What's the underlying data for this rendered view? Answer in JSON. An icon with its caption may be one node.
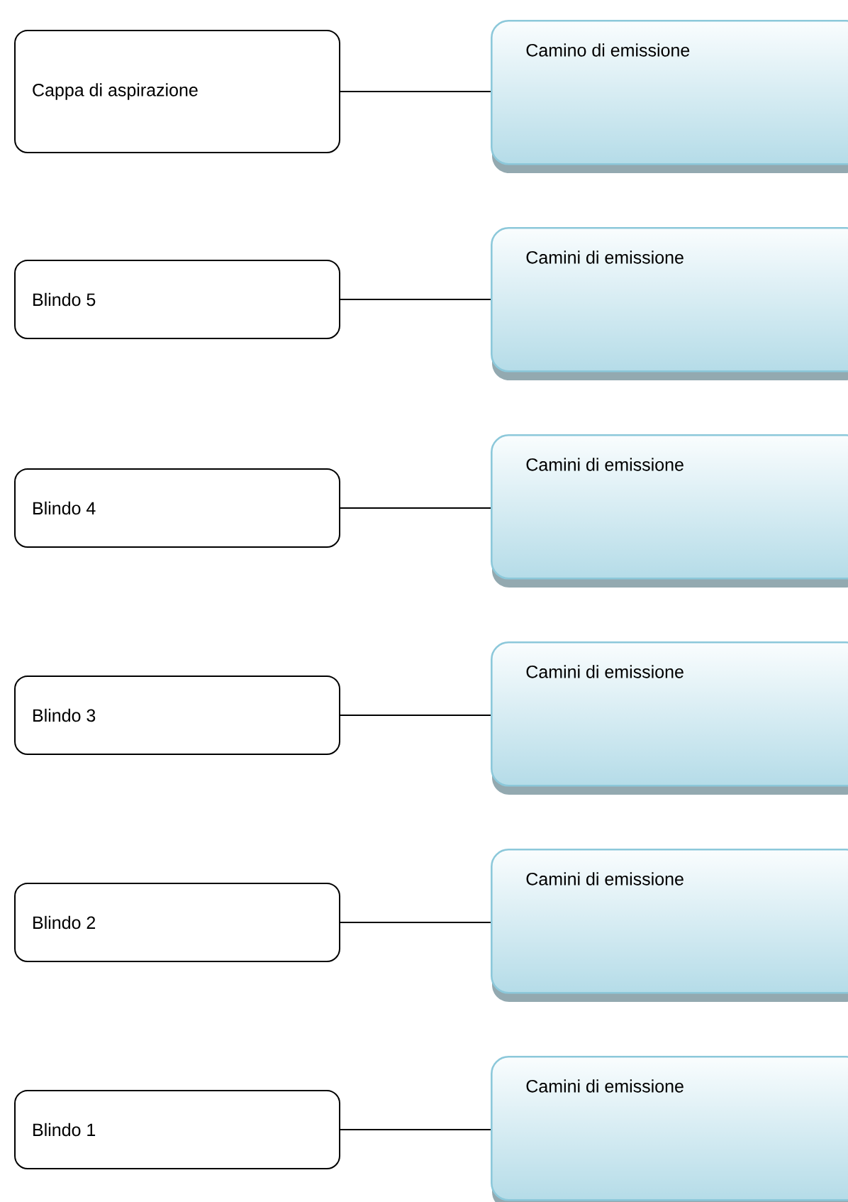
{
  "diagram": {
    "nodes": [
      {
        "text": [
          "Cappa di aspirazione"
        ]
      },
      {
        "text": [
          "Camino di emissione"
        ]
      },
      {
        "text": [
          "Blindo 5"
        ]
      },
      {
        "text": [
          "Camini di emissione"
        ]
      },
      {
        "text": [
          "Blindo 4"
        ]
      },
      {
        "text": [
          "Camini di emissione"
        ]
      },
      {
        "text": [
          "Blindo 3"
        ]
      },
      {
        "text": [
          "Camini di emissione"
        ]
      },
      {
        "text": [
          "Blindo 2"
        ]
      },
      {
        "text": [
          "Camini di emissione"
        ]
      },
      {
        "text": [
          "Blindo 1"
        ]
      },
      {
        "text": [
          "Camini di emissione"
        ]
      }
    ],
    "edges": [
      {
        "from": 0,
        "to": 1,
        "arrow": "none"
      },
      {
        "from": 2,
        "to": 3,
        "arrow": "none"
      },
      {
        "from": 4,
        "to": 5,
        "arrow": "none"
      },
      {
        "from": 6,
        "to": 7,
        "arrow": "none"
      },
      {
        "from": 8,
        "to": 9,
        "arrow": "none"
      },
      {
        "from": 10,
        "to": 11,
        "arrow": "none"
      }
    ]
  }
}
